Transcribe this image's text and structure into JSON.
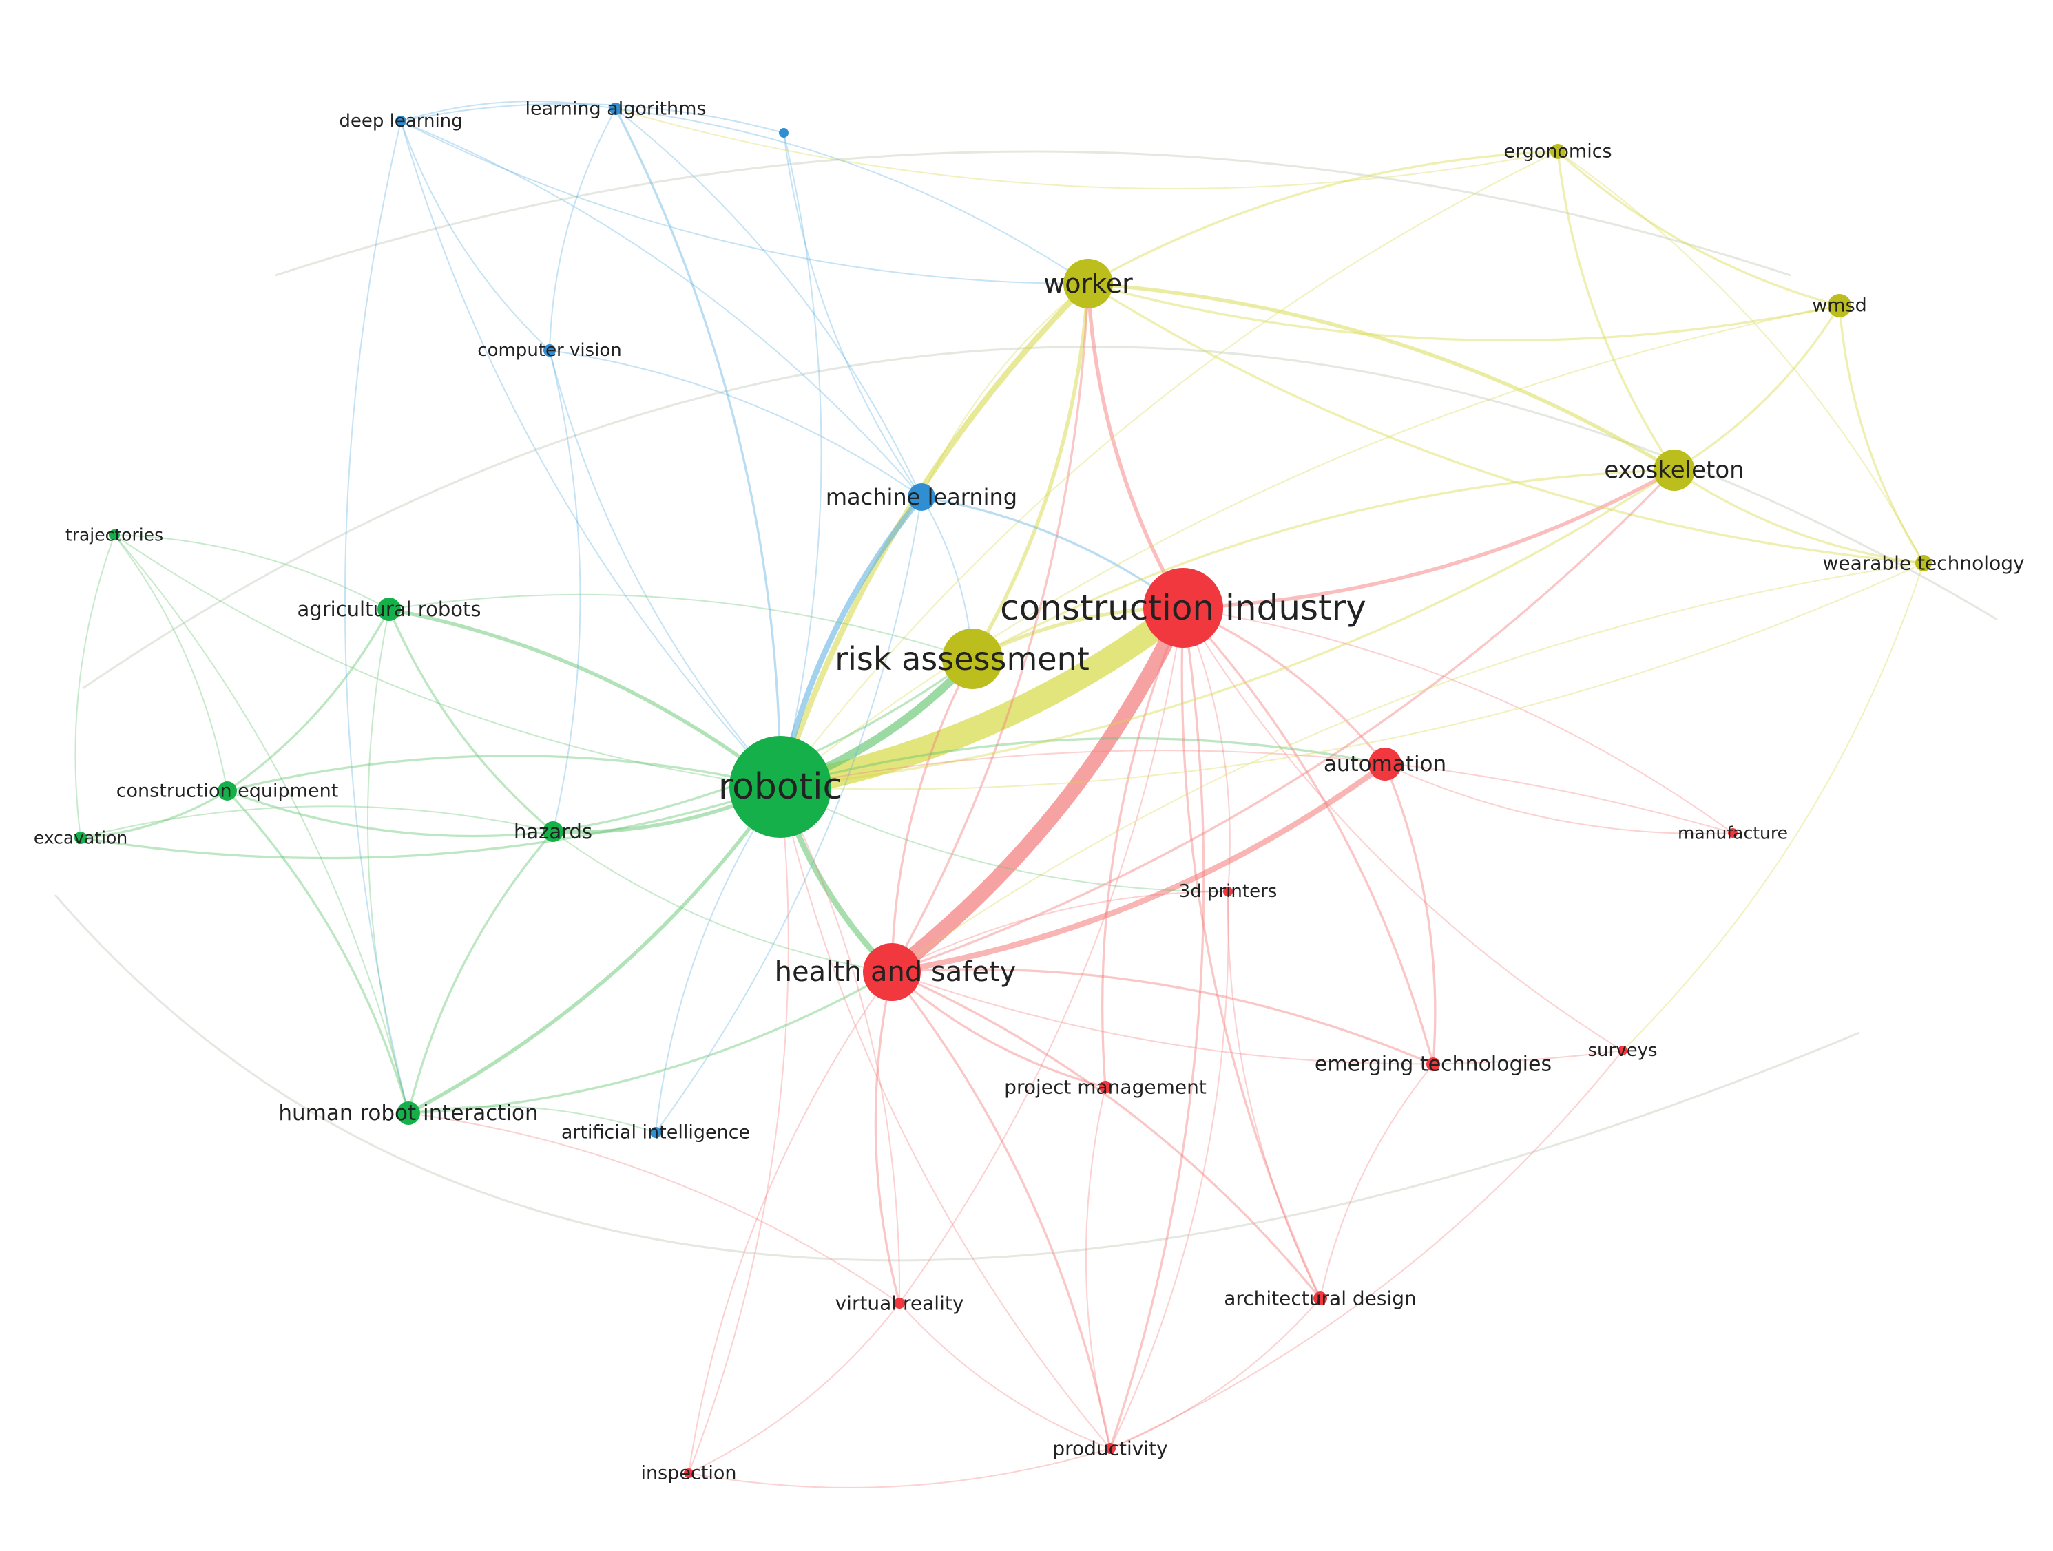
{
  "colors": {
    "red": "#f0383e",
    "green": "#16b04a",
    "blue": "#2f8fd2",
    "yellow": "#bcbe1e",
    "link_red": "#f47a7a",
    "link_green": "#62c46e",
    "link_blue": "#5aaee0",
    "link_yellow": "#d6d845"
  },
  "nodes": [
    {
      "id": "robotic",
      "label": "robotic",
      "cluster": "green",
      "weight": 10
    },
    {
      "id": "construction_industry",
      "label": "construction industry",
      "cluster": "red",
      "weight": 8
    },
    {
      "id": "risk_assessment",
      "label": "risk assessment",
      "cluster": "yellow",
      "weight": 6
    },
    {
      "id": "health_and_safety",
      "label": "health and safety",
      "cluster": "red",
      "weight": 6
    },
    {
      "id": "worker",
      "label": "worker",
      "cluster": "yellow",
      "weight": 5
    },
    {
      "id": "exoskeleton",
      "label": "exoskeleton",
      "cluster": "yellow",
      "weight": 4
    },
    {
      "id": "machine_learning",
      "label": "machine learning",
      "cluster": "blue",
      "weight": 3
    },
    {
      "id": "automation",
      "label": "automation",
      "cluster": "red",
      "weight": 3
    },
    {
      "id": "agricultural_robots",
      "label": "agricultural robots",
      "cluster": "green",
      "weight": 2
    },
    {
      "id": "construction_equipment",
      "label": "construction equipment",
      "cluster": "green",
      "weight": 2
    },
    {
      "id": "hazards",
      "label": "hazards",
      "cluster": "green",
      "weight": 2
    },
    {
      "id": "human_robot_interaction",
      "label": "human robot interaction",
      "cluster": "green",
      "weight": 2
    },
    {
      "id": "trajectories",
      "label": "trajectories",
      "cluster": "green",
      "weight": 1
    },
    {
      "id": "excavation",
      "label": "excavation",
      "cluster": "green",
      "weight": 1
    },
    {
      "id": "deep_learning",
      "label": "deep learning",
      "cluster": "blue",
      "weight": 1
    },
    {
      "id": "learning_algorithms",
      "label": "learning algorithms",
      "cluster": "blue",
      "weight": 1
    },
    {
      "id": "unlabeled_blue",
      "label": "",
      "cluster": "blue",
      "weight": 1
    },
    {
      "id": "computer_vision",
      "label": "computer vision",
      "cluster": "blue",
      "weight": 1
    },
    {
      "id": "artificial_intelligence",
      "label": "artificial intelligence",
      "cluster": "blue",
      "weight": 1
    },
    {
      "id": "ergonomics",
      "label": "ergonomics",
      "cluster": "yellow",
      "weight": 1
    },
    {
      "id": "wmsd",
      "label": "wmsd",
      "cluster": "yellow",
      "weight": 2
    },
    {
      "id": "wearable_technology",
      "label": "wearable technology",
      "cluster": "yellow",
      "weight": 1
    },
    {
      "id": "manufacture",
      "label": "manufacture",
      "cluster": "red",
      "weight": 1
    },
    {
      "id": "3d_printers",
      "label": "3d printers",
      "cluster": "red",
      "weight": 1
    },
    {
      "id": "emerging_technologies",
      "label": "emerging technologies",
      "cluster": "red",
      "weight": 1
    },
    {
      "id": "surveys",
      "label": "surveys",
      "cluster": "red",
      "weight": 1
    },
    {
      "id": "project_management",
      "label": "project management",
      "cluster": "red",
      "weight": 1
    },
    {
      "id": "virtual_reality",
      "label": "virtual reality",
      "cluster": "red",
      "weight": 1
    },
    {
      "id": "architectural_design",
      "label": "architectural design",
      "cluster": "red",
      "weight": 1
    },
    {
      "id": "inspection",
      "label": "inspection",
      "cluster": "red",
      "weight": 1
    },
    {
      "id": "productivity",
      "label": "productivity",
      "cluster": "red",
      "weight": 1
    }
  ],
  "links": [
    {
      "source": "robotic",
      "target": "construction_industry",
      "strength": 9,
      "cluster": "yellow"
    },
    {
      "source": "construction_industry",
      "target": "health_and_safety",
      "strength": 7,
      "cluster": "red"
    },
    {
      "source": "robotic",
      "target": "risk_assessment",
      "strength": 5,
      "cluster": "green"
    },
    {
      "source": "robotic",
      "target": "worker",
      "strength": 4,
      "cluster": "yellow"
    },
    {
      "source": "robotic",
      "target": "health_and_safety",
      "strength": 4,
      "cluster": "green"
    },
    {
      "source": "robotic",
      "target": "machine_learning",
      "strength": 4,
      "cluster": "blue"
    },
    {
      "source": "health_and_safety",
      "target": "automation",
      "strength": 4,
      "cluster": "red"
    },
    {
      "source": "robotic",
      "target": "human_robot_interaction",
      "strength": 3,
      "cluster": "green"
    },
    {
      "source": "robotic",
      "target": "agricultural_robots",
      "strength": 3,
      "cluster": "green"
    },
    {
      "source": "robotic",
      "target": "hazards",
      "strength": 3,
      "cluster": "green"
    },
    {
      "source": "robotic",
      "target": "construction_equipment",
      "strength": 2,
      "cluster": "green"
    },
    {
      "source": "construction_industry",
      "target": "worker",
      "strength": 3,
      "cluster": "red"
    },
    {
      "source": "construction_industry",
      "target": "exoskeleton",
      "strength": 3,
      "cluster": "red"
    },
    {
      "source": "construction_industry",
      "target": "automation",
      "strength": 2,
      "cluster": "red"
    },
    {
      "source": "risk_assessment",
      "target": "worker",
      "strength": 3,
      "cluster": "yellow"
    },
    {
      "source": "risk_assessment",
      "target": "construction_industry",
      "strength": 3,
      "cluster": "yellow"
    },
    {
      "source": "risk_assessment",
      "target": "health_and_safety",
      "strength": 2,
      "cluster": "red"
    },
    {
      "source": "worker",
      "target": "exoskeleton",
      "strength": 3,
      "cluster": "yellow"
    },
    {
      "source": "worker",
      "target": "wmsd",
      "strength": 2,
      "cluster": "yellow"
    },
    {
      "source": "worker",
      "target": "ergonomics",
      "strength": 2,
      "cluster": "yellow"
    },
    {
      "source": "exoskeleton",
      "target": "wmsd",
      "strength": 2,
      "cluster": "yellow"
    },
    {
      "source": "exoskeleton",
      "target": "ergonomics",
      "strength": 2,
      "cluster": "yellow"
    },
    {
      "source": "exoskeleton",
      "target": "wearable_technology",
      "strength": 2,
      "cluster": "yellow"
    },
    {
      "source": "wmsd",
      "target": "ergonomics",
      "strength": 2,
      "cluster": "yellow"
    },
    {
      "source": "wmsd",
      "target": "wearable_technology",
      "strength": 2,
      "cluster": "yellow"
    },
    {
      "source": "ergonomics",
      "target": "wearable_technology",
      "strength": 1,
      "cluster": "yellow"
    },
    {
      "source": "worker",
      "target": "wearable_technology",
      "strength": 2,
      "cluster": "yellow"
    },
    {
      "source": "worker",
      "target": "health_and_safety",
      "strength": 2,
      "cluster": "red"
    },
    {
      "source": "agricultural_robots",
      "target": "hazards",
      "strength": 2,
      "cluster": "green"
    },
    {
      "source": "agricultural_robots",
      "target": "construction_equipment",
      "strength": 2,
      "cluster": "green"
    },
    {
      "source": "agricultural_robots",
      "target": "trajectories",
      "strength": 1,
      "cluster": "green"
    },
    {
      "source": "construction_equipment",
      "target": "excavation",
      "strength": 2,
      "cluster": "green"
    },
    {
      "source": "construction_equipment",
      "target": "hazards",
      "strength": 2,
      "cluster": "green"
    },
    {
      "source": "construction_equipment",
      "target": "human_robot_interaction",
      "strength": 2,
      "cluster": "green"
    },
    {
      "source": "trajectories",
      "target": "excavation",
      "strength": 1,
      "cluster": "green"
    },
    {
      "source": "trajectories",
      "target": "construction_equipment",
      "strength": 1,
      "cluster": "green"
    },
    {
      "source": "hazards",
      "target": "human_robot_interaction",
      "strength": 2,
      "cluster": "green"
    },
    {
      "source": "excavation",
      "target": "hazards",
      "strength": 1,
      "cluster": "green"
    },
    {
      "source": "excavation",
      "target": "robotic",
      "strength": 2,
      "cluster": "green"
    },
    {
      "source": "human_robot_interaction",
      "target": "artificial_intelligence",
      "strength": 1,
      "cluster": "green"
    },
    {
      "source": "human_robot_interaction",
      "target": "health_and_safety",
      "strength": 2,
      "cluster": "green"
    },
    {
      "source": "deep_learning",
      "target": "learning_algorithms",
      "strength": 1,
      "cluster": "blue"
    },
    {
      "source": "deep_learning",
      "target": "computer_vision",
      "strength": 1,
      "cluster": "blue"
    },
    {
      "source": "deep_learning",
      "target": "machine_learning",
      "strength": 1,
      "cluster": "blue"
    },
    {
      "source": "deep_learning",
      "target": "robotic",
      "strength": 1,
      "cluster": "blue"
    },
    {
      "source": "learning_algorithms",
      "target": "machine_learning",
      "strength": 1,
      "cluster": "blue"
    },
    {
      "source": "learning_algorithms",
      "target": "computer_vision",
      "strength": 1,
      "cluster": "blue"
    },
    {
      "source": "learning_algorithms",
      "target": "robotic",
      "strength": 2,
      "cluster": "blue"
    },
    {
      "source": "unlabeled_blue",
      "target": "machine_learning",
      "strength": 1,
      "cluster": "blue"
    },
    {
      "source": "unlabeled_blue",
      "target": "robotic",
      "strength": 1,
      "cluster": "blue"
    },
    {
      "source": "unlabeled_blue",
      "target": "deep_learning",
      "strength": 1,
      "cluster": "blue"
    },
    {
      "source": "computer_vision",
      "target": "machine_learning",
      "strength": 1,
      "cluster": "blue"
    },
    {
      "source": "computer_vision",
      "target": "robotic",
      "strength": 1,
      "cluster": "blue"
    },
    {
      "source": "machine_learning",
      "target": "construction_industry",
      "strength": 2,
      "cluster": "blue"
    },
    {
      "source": "artificial_intelligence",
      "target": "machine_learning",
      "strength": 1,
      "cluster": "blue"
    },
    {
      "source": "artificial_intelligence",
      "target": "robotic",
      "strength": 1,
      "cluster": "blue"
    },
    {
      "source": "automation",
      "target": "manufacture",
      "strength": 1,
      "cluster": "red"
    },
    {
      "source": "automation",
      "target": "emerging_technologies",
      "strength": 2,
      "cluster": "red"
    },
    {
      "source": "automation",
      "target": "robotic",
      "strength": 2,
      "cluster": "green"
    },
    {
      "source": "construction_industry",
      "target": "3d_printers",
      "strength": 1,
      "cluster": "red"
    },
    {
      "source": "construction_industry",
      "target": "project_management",
      "strength": 2,
      "cluster": "red"
    },
    {
      "source": "construction_industry",
      "target": "emerging_technologies",
      "strength": 2,
      "cluster": "red"
    },
    {
      "source": "construction_industry",
      "target": "architectural_design",
      "strength": 2,
      "cluster": "red"
    },
    {
      "source": "construction_industry",
      "target": "productivity",
      "strength": 2,
      "cluster": "red"
    },
    {
      "source": "construction_industry",
      "target": "surveys",
      "strength": 1,
      "cluster": "red"
    },
    {
      "source": "construction_industry",
      "target": "virtual_reality",
      "strength": 1,
      "cluster": "red"
    },
    {
      "source": "health_and_safety",
      "target": "virtual_reality",
      "strength": 2,
      "cluster": "red"
    },
    {
      "source": "health_and_safety",
      "target": "productivity",
      "strength": 2,
      "cluster": "red"
    },
    {
      "source": "health_and_safety",
      "target": "project_management",
      "strength": 2,
      "cluster": "red"
    },
    {
      "source": "health_and_safety",
      "target": "architectural_design",
      "strength": 2,
      "cluster": "red"
    },
    {
      "source": "health_and_safety",
      "target": "inspection",
      "strength": 1,
      "cluster": "red"
    },
    {
      "source": "health_and_safety",
      "target": "emerging_technologies",
      "strength": 2,
      "cluster": "red"
    },
    {
      "source": "health_and_safety",
      "target": "surveys",
      "strength": 1,
      "cluster": "red"
    },
    {
      "source": "health_and_safety",
      "target": "3d_printers",
      "strength": 1,
      "cluster": "red"
    },
    {
      "source": "virtual_reality",
      "target": "productivity",
      "strength": 1,
      "cluster": "red"
    },
    {
      "source": "virtual_reality",
      "target": "inspection",
      "strength": 1,
      "cluster": "red"
    },
    {
      "source": "project_management",
      "target": "productivity",
      "strength": 1,
      "cluster": "red"
    },
    {
      "source": "architectural_design",
      "target": "productivity",
      "strength": 1,
      "cluster": "red"
    },
    {
      "source": "emerging_technologies",
      "target": "architectural_design",
      "strength": 1,
      "cluster": "red"
    },
    {
      "source": "3d_printers",
      "target": "productivity",
      "strength": 1,
      "cluster": "red"
    },
    {
      "source": "3d_printers",
      "target": "architectural_design",
      "strength": 1,
      "cluster": "red"
    },
    {
      "source": "robotic",
      "target": "virtual_reality",
      "strength": 1,
      "cluster": "red"
    },
    {
      "source": "robotic",
      "target": "productivity",
      "strength": 1,
      "cluster": "red"
    },
    {
      "source": "robotic",
      "target": "inspection",
      "strength": 1,
      "cluster": "red"
    },
    {
      "source": "robotic",
      "target": "exoskeleton",
      "strength": 2,
      "cluster": "yellow"
    },
    {
      "source": "robotic",
      "target": "wmsd",
      "strength": 1,
      "cluster": "yellow"
    },
    {
      "source": "robotic",
      "target": "wearable_technology",
      "strength": 1,
      "cluster": "yellow"
    },
    {
      "source": "robotic",
      "target": "manufacture",
      "strength": 1,
      "cluster": "red"
    },
    {
      "source": "robotic",
      "target": "3d_printers",
      "strength": 1,
      "cluster": "green"
    },
    {
      "source": "risk_assessment",
      "target": "exoskeleton",
      "strength": 2,
      "cluster": "yellow"
    },
    {
      "source": "risk_assessment",
      "target": "machine_learning",
      "strength": 1,
      "cluster": "blue"
    },
    {
      "source": "risk_assessment",
      "target": "hazards",
      "strength": 2,
      "cluster": "green"
    },
    {
      "source": "risk_assessment",
      "target": "agricultural_robots",
      "strength": 1,
      "cluster": "green"
    },
    {
      "source": "exoskeleton",
      "target": "health_and_safety",
      "strength": 2,
      "cluster": "red"
    },
    {
      "source": "wearable_technology",
      "target": "health_and_safety",
      "strength": 1,
      "cluster": "yellow"
    },
    {
      "source": "wearable_technology",
      "target": "surveys",
      "strength": 1,
      "cluster": "yellow"
    },
    {
      "source": "worker",
      "target": "machine_learning",
      "strength": 1,
      "cluster": "yellow"
    },
    {
      "source": "worker",
      "target": "deep_learning",
      "strength": 1,
      "cluster": "blue"
    },
    {
      "source": "ergonomics",
      "target": "robotic",
      "strength": 1,
      "cluster": "yellow"
    },
    {
      "source": "ergonomics",
      "target": "learning_algorithms",
      "strength": 1,
      "cluster": "yellow"
    },
    {
      "source": "manufacture",
      "target": "construction_industry",
      "strength": 1,
      "cluster": "red"
    },
    {
      "source": "surveys",
      "target": "productivity",
      "strength": 1,
      "cluster": "red"
    },
    {
      "source": "trajectories",
      "target": "robotic",
      "strength": 1,
      "cluster": "green"
    },
    {
      "source": "trajectories",
      "target": "human_robot_interaction",
      "strength": 1,
      "cluster": "green"
    },
    {
      "source": "agricultural_robots",
      "target": "human_robot_interaction",
      "strength": 1,
      "cluster": "green"
    },
    {
      "source": "computer_vision",
      "target": "hazards",
      "strength": 1,
      "cluster": "blue"
    },
    {
      "source": "deep_learning",
      "target": "human_robot_interaction",
      "strength": 1,
      "cluster": "blue"
    },
    {
      "source": "learning_algorithms",
      "target": "worker",
      "strength": 1,
      "cluster": "blue"
    },
    {
      "source": "inspection",
      "target": "productivity",
      "strength": 1,
      "cluster": "red"
    },
    {
      "source": "human_robot_interaction",
      "target": "virtual_reality",
      "strength": 1,
      "cluster": "red"
    },
    {
      "source": "hazards",
      "target": "health_and_safety",
      "strength": 1,
      "cluster": "green"
    }
  ]
}
